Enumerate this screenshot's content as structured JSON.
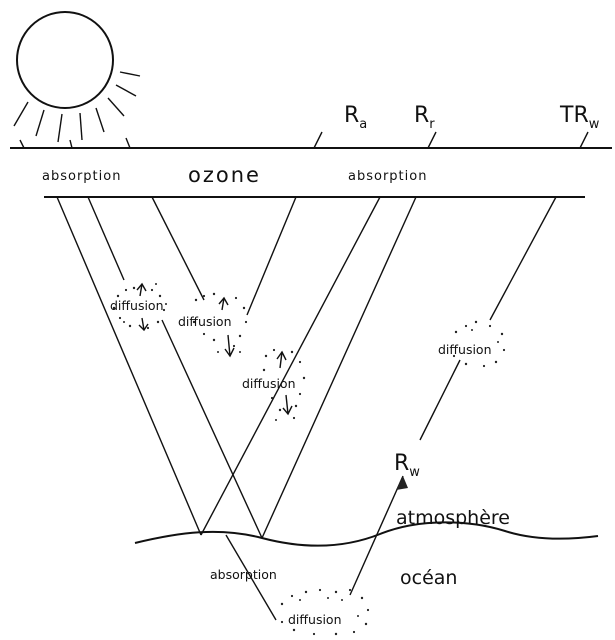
{
  "labels": {
    "absorption_left": "absorption",
    "ozone": "ozone",
    "absorption_right": "absorption",
    "Ra": "R",
    "Ra_sub": "a",
    "Rr": "R",
    "Rr_sub": "r",
    "TRw": "TR",
    "TRw_sub": "w",
    "Rw": "R",
    "Rw_sub": "w",
    "atmosphere": "atmosphère",
    "ocean": "océan",
    "absorption_ocean": "absorption",
    "diffusion_1": "diffusion",
    "diffusion_2": "diffusion",
    "diffusion_3": "diffusion",
    "diffusion_4": "diffusion",
    "diffusion_ocean": "diffusion"
  }
}
